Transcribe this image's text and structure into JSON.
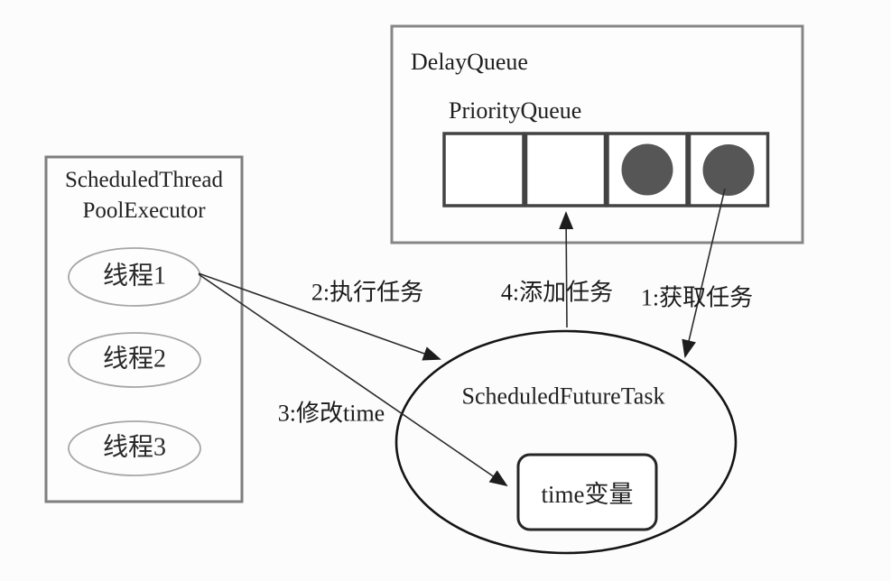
{
  "diagram": {
    "title": "ScheduledThreadPoolExecutor scheduling diagram",
    "colors": {
      "background": "#fcfcfc",
      "slot_dot": "#565656",
      "outer_box_border": "#868686",
      "queue_cell_border": "#434343",
      "arrow_line": "#2b2b2b",
      "text": "#1f1f1f"
    },
    "delay_queue": {
      "title": "DelayQueue",
      "priority_queue": {
        "title": "PriorityQueue",
        "slots": [
          {
            "filled": false
          },
          {
            "filled": false
          },
          {
            "filled": true
          },
          {
            "filled": true
          }
        ]
      }
    },
    "executor": {
      "title_line1": "ScheduledThread",
      "title_line2": "PoolExecutor",
      "threads": [
        {
          "label": "线程1"
        },
        {
          "label": "线程2"
        },
        {
          "label": "线程3"
        }
      ]
    },
    "future_task": {
      "title": "ScheduledFutureTask",
      "time_variable_label": "time变量"
    },
    "arrows": [
      {
        "label": "1:获取任务"
      },
      {
        "label": "2:执行任务"
      },
      {
        "label": "3:修改time"
      },
      {
        "label": "4:添加任务"
      }
    ]
  }
}
